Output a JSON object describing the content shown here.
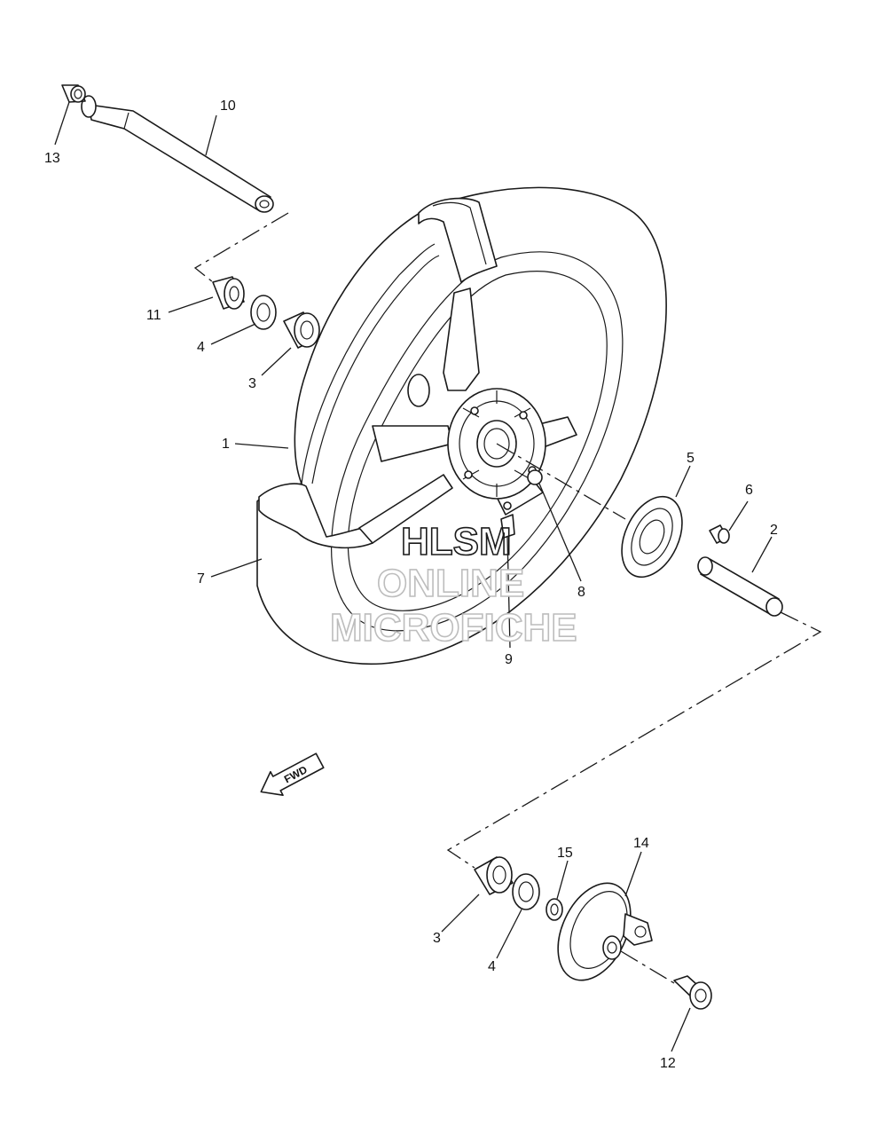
{
  "diagram": {
    "callouts": {
      "c1": "1",
      "c2": "2",
      "c3a": "3",
      "c3b": "3",
      "c4a": "4",
      "c4b": "4",
      "c5": "5",
      "c6": "6",
      "c7": "7",
      "c8": "8",
      "c9": "9",
      "c10": "10",
      "c11": "11",
      "c12": "12",
      "c13": "13",
      "c14": "14",
      "c15": "15"
    },
    "fwd_label": "FWD"
  },
  "watermark": {
    "line1": "HLSM",
    "line2": "ONLINE",
    "line3": "MICROFICHE",
    "color": "#bdbdbd"
  },
  "colors": {
    "line": "#1a1a1a",
    "background": "#ffffff"
  }
}
